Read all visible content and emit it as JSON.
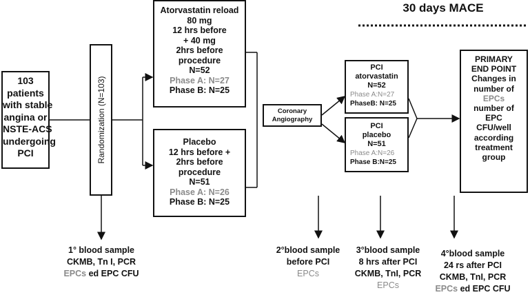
{
  "header": {
    "title": "30 days MACE"
  },
  "patients": {
    "lines": [
      "103",
      "patients",
      "with stable",
      "angina or",
      "NSTE-ACS",
      "undergoing",
      "PCI"
    ]
  },
  "randomization": {
    "label": "Randomization (N=103)"
  },
  "atorvastatin": {
    "lines": [
      "Atorvastatin reload",
      "80 mg",
      "12 hrs before",
      "+ 40 mg",
      "2hrs before",
      "procedure",
      "N=52"
    ],
    "phase_a": "Phase A: N=27",
    "phase_b": "Phase B: N=25"
  },
  "placebo": {
    "lines": [
      "Placebo",
      "12 hrs before +",
      "2hrs before",
      "procedure",
      "N=51"
    ],
    "phase_a": "Phase A: N=26",
    "phase_b": "Phase B: N=25"
  },
  "angiography": {
    "lines": [
      "Coronary",
      "Angiography"
    ]
  },
  "pci_atorvastatin": {
    "lines": [
      "PCI",
      "atorvastatin",
      "N=52"
    ],
    "phase_a": "Phase A:N=27",
    "phase_b": "PhaseB: N=25"
  },
  "pci_placebo": {
    "lines": [
      "PCI",
      "placebo",
      "N=51"
    ],
    "phase_a": "Phase A:N=26",
    "phase_b": "Phase B:N=25"
  },
  "endpoint": {
    "lines": [
      "PRIMARY",
      "END POINT",
      "Changes in",
      "number of"
    ],
    "epcs": "EPCs",
    "lines2": [
      "number of",
      "EPC",
      "CFU/well",
      "according",
      "treatment",
      "group"
    ]
  },
  "samples": {
    "s1": {
      "title": "1° blood sample",
      "markers": "CKMB, Tn I, PCR",
      "epcs": "EPCs",
      "extra": " ed EPC CFU"
    },
    "s2": {
      "title": "2°blood sample",
      "line2": "before PCI",
      "epcs": "EPCs"
    },
    "s3": {
      "title": "3°blood sample",
      "line2": "8 hrs after PCI",
      "markers": "CKMB, TnI, PCR",
      "epcs": "EPCs"
    },
    "s4": {
      "title": "4°blood sample",
      "line2": "24 rs after PCI",
      "markers": "CKMB, TnI, PCR",
      "epcs": "EPCs",
      "extra": " ed EPC CFU"
    }
  },
  "colors": {
    "line": "#111111",
    "muted_text": "#8a8a8a"
  }
}
